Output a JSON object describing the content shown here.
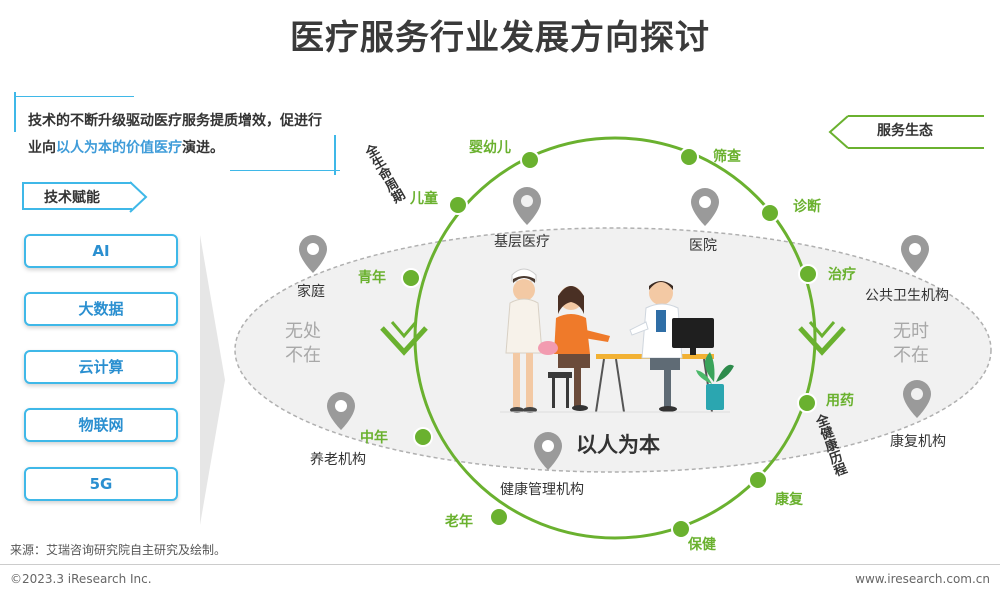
{
  "title": "医疗服务行业发展方向探讨",
  "intro": {
    "part1": "技术的不断升级驱动医疗服务提质增效，促进行业向",
    "highlight": "以人为本的价值医疗",
    "part2": "演进。"
  },
  "tech_tag": "技术赋能",
  "eco_tag": "服务生态",
  "tech_items": [
    "AI",
    "大数据",
    "云计算",
    "物联网",
    "5G"
  ],
  "left_arc_label": "全生命周期",
  "right_arc_label": "全健康历程",
  "stages": {
    "s1": "婴幼儿",
    "s2": "儿童",
    "s3": "青年",
    "s4": "中年",
    "s5": "老年",
    "s6": "筛查",
    "s7": "诊断",
    "s8": "治疗",
    "s9": "用药",
    "s10": "康复",
    "s11": "保健"
  },
  "locations": {
    "l1": "基层医疗",
    "l2": "医院",
    "l3": "家庭",
    "l4": "公共卫生机构",
    "l5": "养老机构",
    "l6": "健康管理机构",
    "l7": "康复机构"
  },
  "ghost_left": [
    "无处",
    "不在"
  ],
  "ghost_right": [
    "无时",
    "不在"
  ],
  "center_label": "以人为本",
  "source": "来源：艾瑞咨询研究院自主研究及绘制。",
  "footer_left": "©2023.3 iResearch Inc.",
  "footer_right": "www.iresearch.com.cn",
  "colors": {
    "accent_blue": "#3fb8e8",
    "green": "#6ab12f",
    "pin_gray": "#9a9a9a"
  }
}
